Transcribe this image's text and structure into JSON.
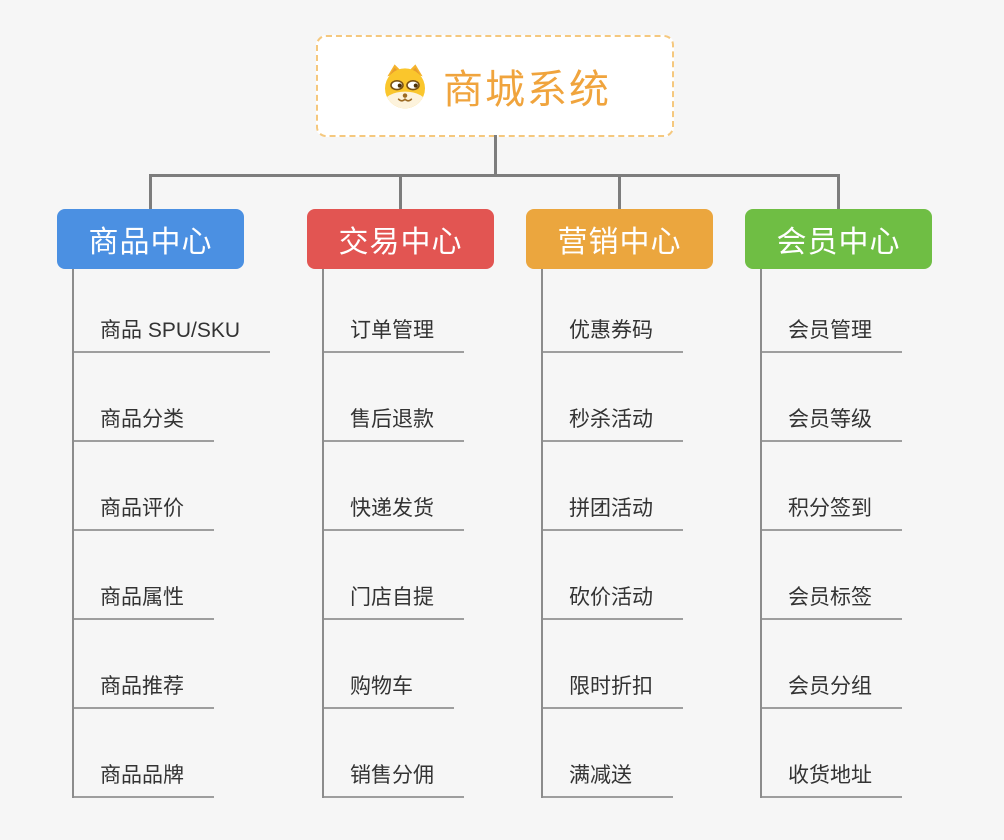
{
  "page": {
    "background_color": "#f6f6f6",
    "connector_color": "#7d7d7d"
  },
  "root": {
    "title": "商城系统",
    "icon": "dog-face-icon",
    "text_color": "#f0a43d",
    "border_color": "#f5c87e",
    "background_color": "#ffffff"
  },
  "branches": [
    {
      "label": "商品中心",
      "color": "#4b90e2",
      "children": [
        "商品 SPU/SKU",
        "商品分类",
        "商品评价",
        "商品属性",
        "商品推荐",
        "商品品牌"
      ]
    },
    {
      "label": "交易中心",
      "color": "#e25552",
      "children": [
        "订单管理",
        "售后退款",
        "快递发货",
        "门店自提",
        "购物车",
        "销售分佣"
      ]
    },
    {
      "label": "营销中心",
      "color": "#eba63e",
      "children": [
        "优惠券码",
        "秒杀活动",
        "拼团活动",
        "砍价活动",
        "限时折扣",
        "满减送"
      ]
    },
    {
      "label": "会员中心",
      "color": "#6fbe44",
      "children": [
        "会员管理",
        "会员等级",
        "积分签到",
        "会员标签",
        "会员分组",
        "收货地址"
      ]
    }
  ]
}
